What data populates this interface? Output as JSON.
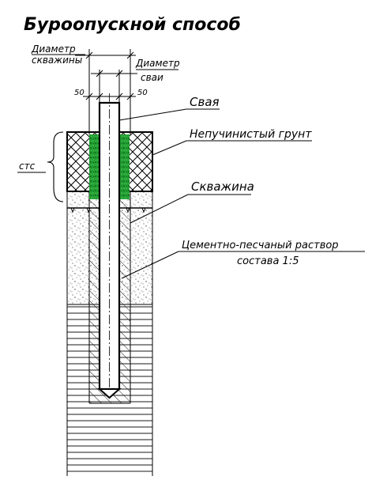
{
  "title": "Буроопускной способ",
  "dimensions": {
    "well_diameter": [
      "Диаметр",
      "скважины"
    ],
    "pile_diameter": [
      "Диаметр",
      "сваи"
    ],
    "gap_left": "50",
    "gap_right": "50"
  },
  "labels": {
    "pile": "Свая",
    "soil": "Непучинистый грунт",
    "stc": "стс",
    "well": "Скважина",
    "mortar": [
      "Цементно-песчаный раствор",
      "состава 1:5"
    ]
  },
  "colors": {
    "line": "#000000",
    "soil_green": "#1fa02c",
    "label_green": "#1c8a2a"
  }
}
